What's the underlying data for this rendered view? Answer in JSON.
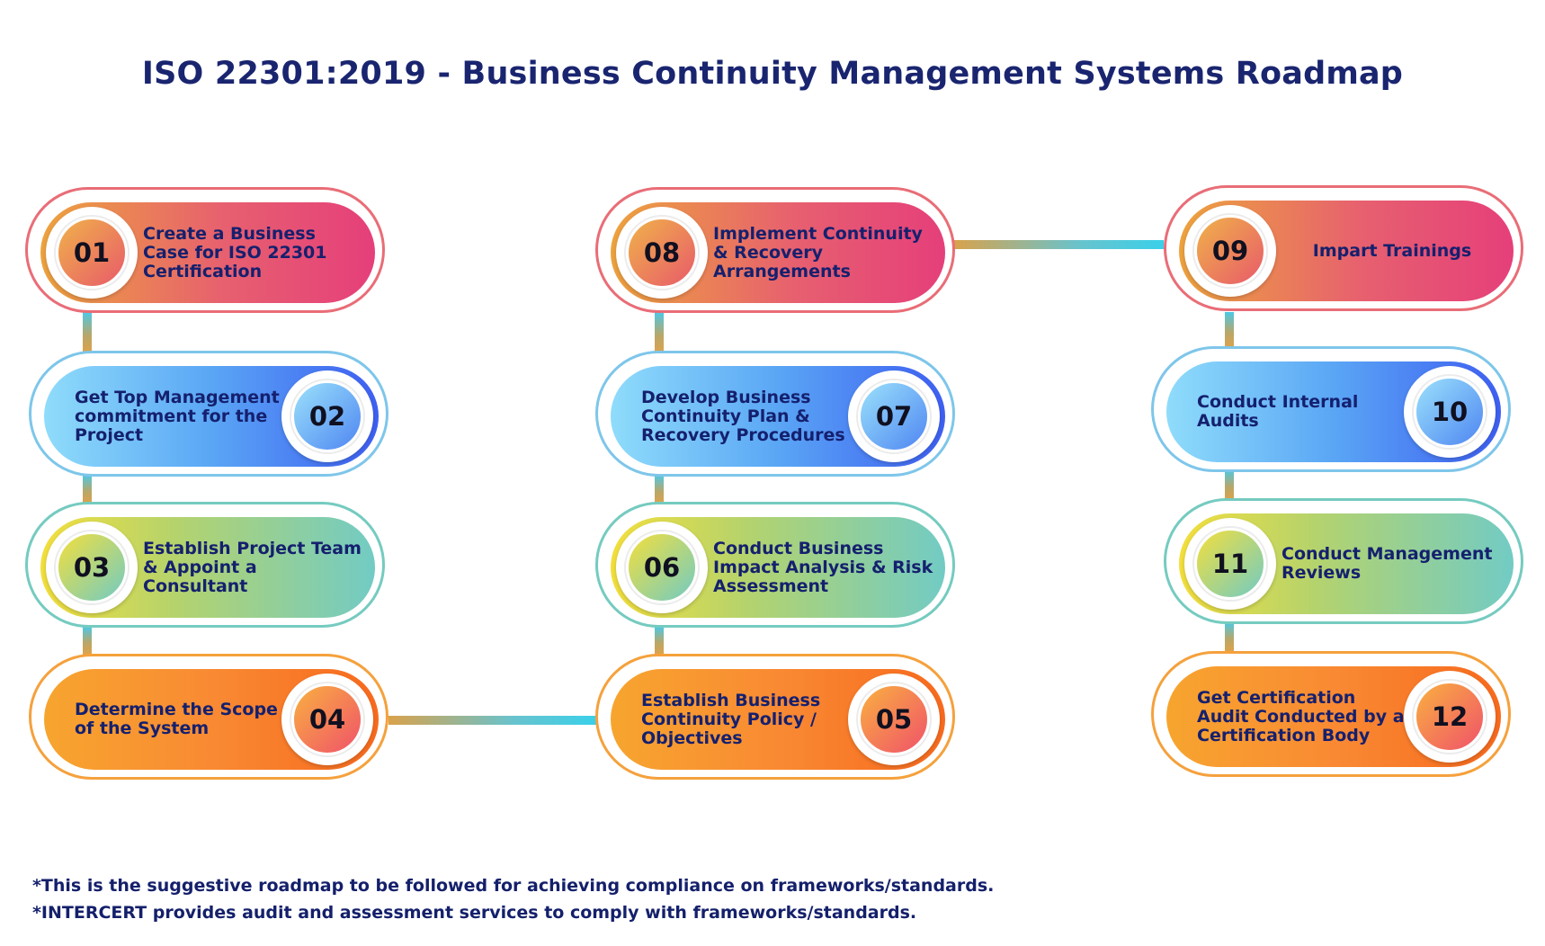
{
  "title": "ISO 22301:2019 - Business Continuity Management Systems Roadmap",
  "colors": {
    "pink": "#e53f7a",
    "blue": "#3e5ff1",
    "teal": "#72cbc4",
    "orange": "#f76a1e",
    "text": "#1a2570"
  },
  "steps": [
    {
      "number": "01",
      "label": "Create a Business Case for ISO 22301 Certification"
    },
    {
      "number": "02",
      "label": "Get Top Management commitment for the Project"
    },
    {
      "number": "03",
      "label": "Establish Project Team & Appoint a Consultant"
    },
    {
      "number": "04",
      "label": "Determine the Scope of the System"
    },
    {
      "number": "05",
      "label": "Establish Business Continuity Policy / Objectives"
    },
    {
      "number": "06",
      "label": "Conduct Business Impact Analysis  & Risk Assessment"
    },
    {
      "number": "07",
      "label": "Develop Business Continuity Plan & Recovery Procedures"
    },
    {
      "number": "08",
      "label": "Implement Continuity & Recovery Arrangements"
    },
    {
      "number": "09",
      "label": "Impart Trainings"
    },
    {
      "number": "10",
      "label": "Conduct Internal Audits"
    },
    {
      "number": "11",
      "label": "Conduct Management Reviews"
    },
    {
      "number": "12",
      "label": "Get Certification Audit Conducted by a Certification Body"
    }
  ],
  "notes": [
    "*This is the suggestive roadmap to be followed for achieving compliance on frameworks/standards.",
    "*INTERCERT provides audit and assessment services to comply with frameworks/standards."
  ]
}
